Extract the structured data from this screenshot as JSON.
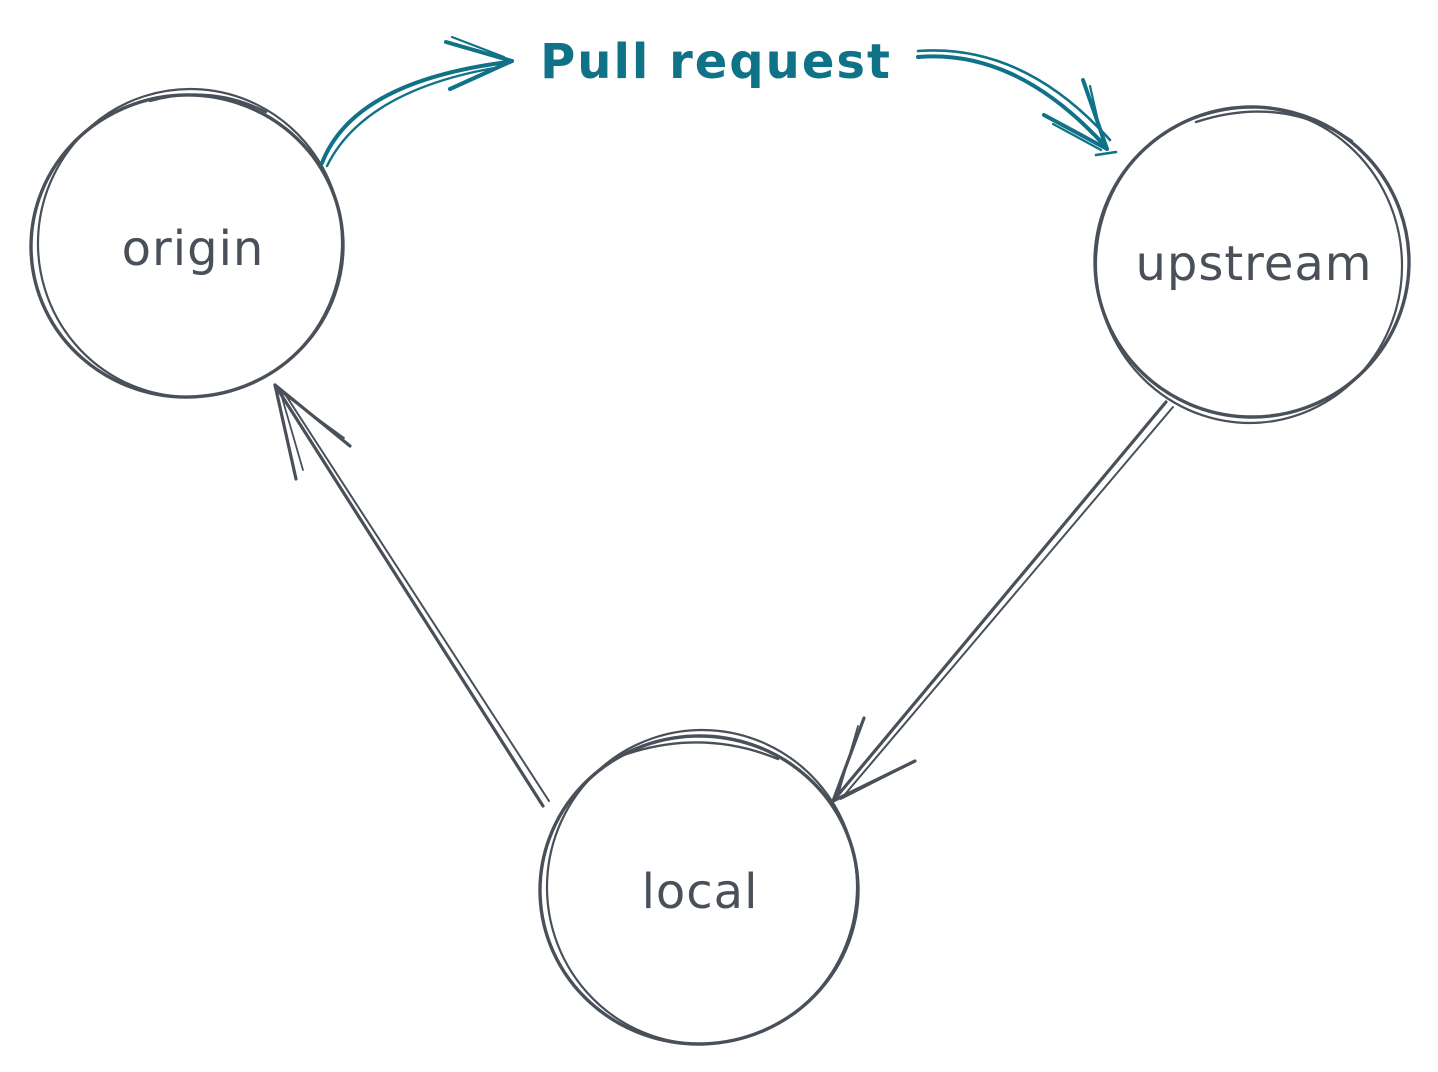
{
  "diagram": {
    "nodes": [
      {
        "id": "origin",
        "label": "origin"
      },
      {
        "id": "upstream",
        "label": "upstream"
      },
      {
        "id": "local",
        "label": "local"
      }
    ],
    "edges": [
      {
        "from": "origin",
        "to": "upstream",
        "label": "Pull request",
        "color": "#0f7287",
        "style": "curved-hand-drawn"
      },
      {
        "from": "upstream",
        "to": "local",
        "label": "",
        "color": "#495059",
        "style": "straight-hand-drawn"
      },
      {
        "from": "local",
        "to": "origin",
        "label": "",
        "color": "#495059",
        "style": "straight-hand-drawn"
      }
    ]
  },
  "colors": {
    "ink": "#495059",
    "accent": "#0f7287",
    "background": "#ffffff"
  }
}
